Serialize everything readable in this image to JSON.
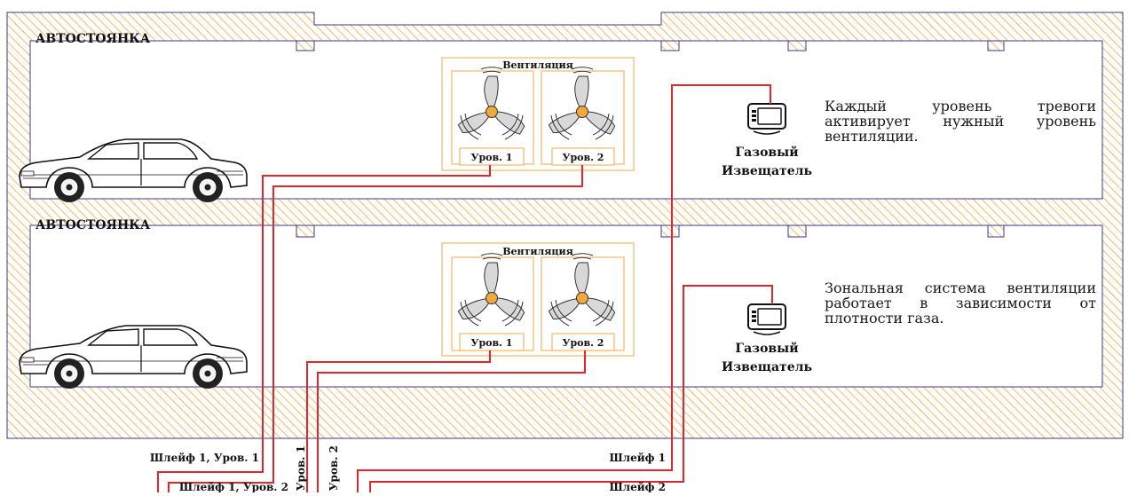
{
  "floors": [
    {
      "title": "АВТОСТОЯНКА",
      "ventilation_label": "Вентиляция",
      "fan_labels": [
        "Уров. 1",
        "Уров. 2"
      ],
      "detector_label_line1": "Газовый",
      "detector_label_line2": "Извещатель",
      "description": "Каждый уровень тревоги активирует нужный уровень вентиляции."
    },
    {
      "title": "АВТОСТОЯНКА",
      "ventilation_label": "Вентиляция",
      "fan_labels": [
        "Уров. 1",
        "Уров. 2"
      ],
      "detector_label_line1": "Газовый",
      "detector_label_line2": "Извещатель",
      "description": "Зональная система вентиляции работает в зависимости от плотности газа."
    }
  ],
  "wire_labels": {
    "loop1_level1": "Шлейф 1, Уров. 1",
    "loop1_level2": "Шлейф 1, Уров. 2",
    "level1": "Уров. 1",
    "level2": "Уров. 2",
    "loop1": "Шлейф 1",
    "loop2": "Шлейф 2"
  },
  "colors": {
    "wall_hatch": "#f2a93b",
    "wall_outline": "#3a3a8c",
    "wire": "#e1262c",
    "fan_blade": "#d8d8d8",
    "fan_hub": "#f2a93b",
    "vent_frame": "#f2b765"
  }
}
